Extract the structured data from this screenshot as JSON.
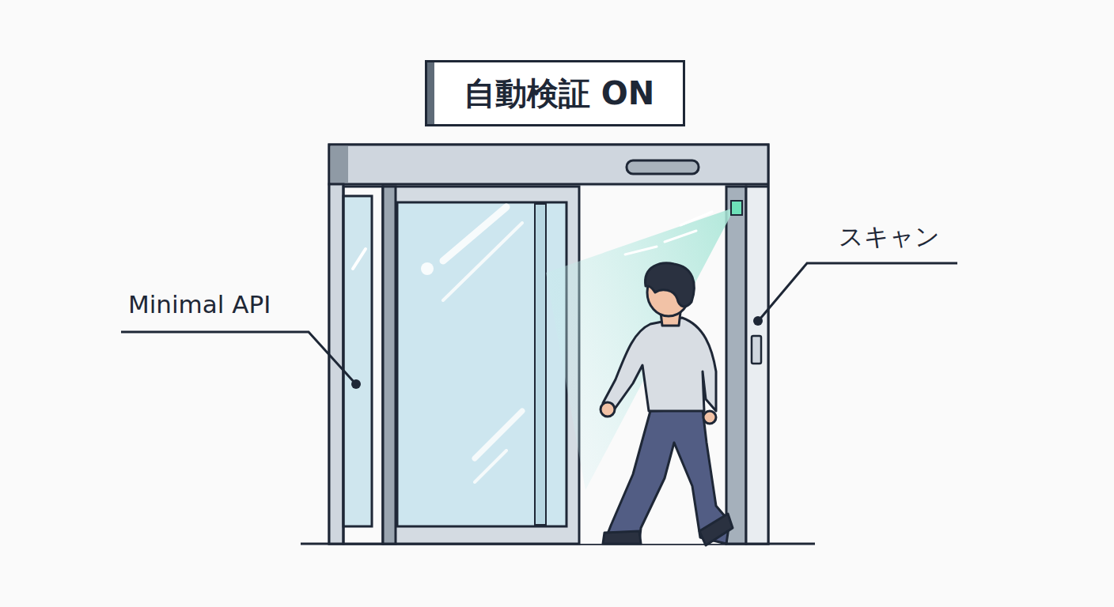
{
  "diagram": {
    "nodes": [
      {
        "text": [
          "自動検証 ON"
        ]
      }
    ],
    "labels": [
      "Minimal API",
      "スキャン"
    ]
  }
}
